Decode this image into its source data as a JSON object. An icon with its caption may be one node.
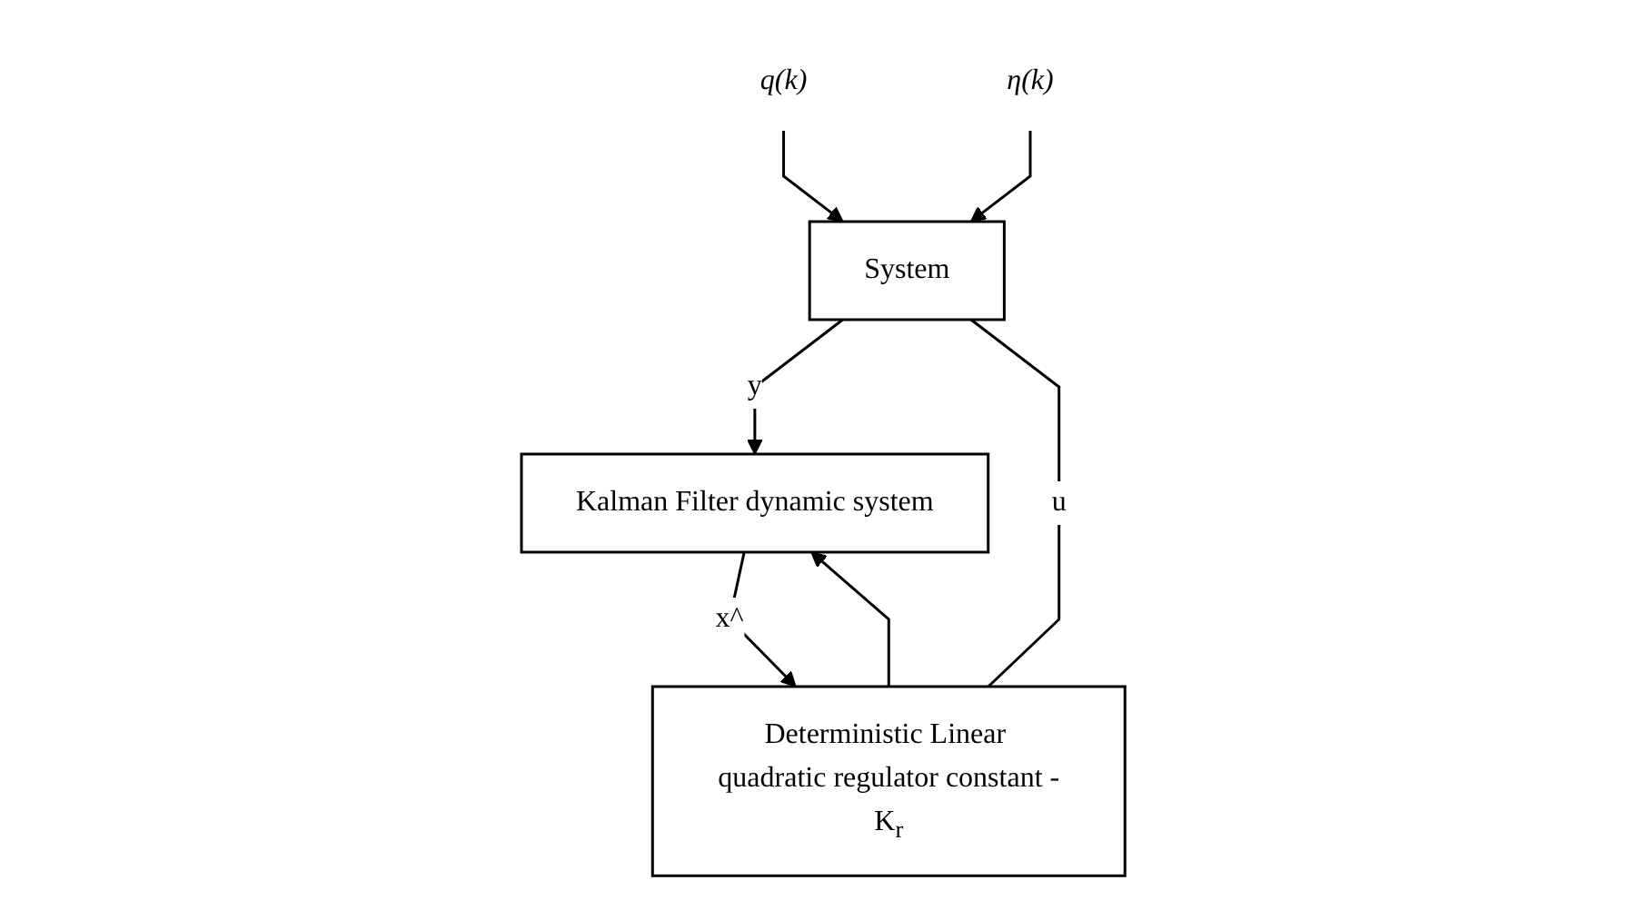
{
  "diagram": {
    "nodes": [
      {
        "text": [
          "q(k)"
        ]
      },
      {
        "text": [
          "η(k)"
        ]
      },
      {
        "text": [
          "System"
        ]
      },
      {
        "text": [
          "Deterministic Linear quadratic regulator constant -K$_{r}$"
        ]
      },
      {
        "text": [
          "Kalman Filter dynamic system"
        ]
      }
    ],
    "edges": [
      {
        "from": 0,
        "to": 2,
        "arrow": "to"
      },
      {
        "from": 1,
        "to": 2,
        "arrow": "to"
      },
      {
        "from": 3,
        "to": 2,
        "arrow": "none",
        "label": "u"
      },
      {
        "from": 3,
        "to": 4,
        "arrow": "to"
      },
      {
        "from": 2,
        "to": 4,
        "arrow": "to",
        "label": "y"
      },
      {
        "from": 4,
        "to": 3,
        "arrow": "to",
        "label": "x^"
      }
    ]
  }
}
